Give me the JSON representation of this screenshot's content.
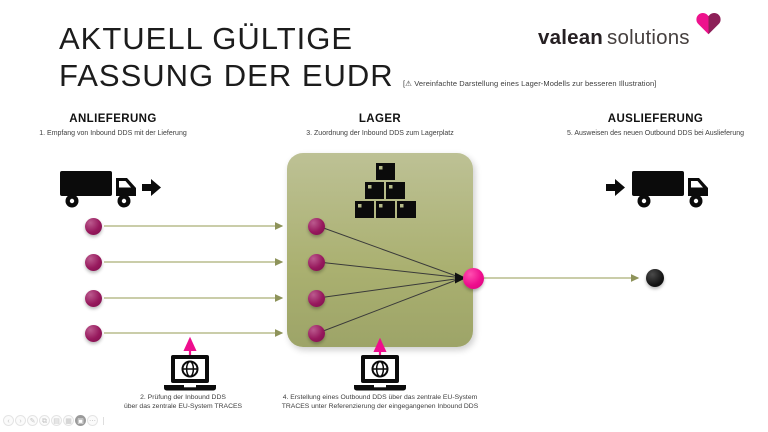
{
  "slide": {
    "title": "AKTUELL GÜLTIGE\nFASSUNG DER EUDR",
    "disclaimer": "[⚠ Vereinfachte Darstellung eines Lager-Modells zur besseren Illustration]"
  },
  "logo": {
    "brand": "valean",
    "suffix": "solutions",
    "mark": "heart-icon"
  },
  "columns": [
    {
      "heading": "ANLIEFERUNG",
      "caption": "1. Empfang von Inbound DDS mit der Lieferung"
    },
    {
      "heading": "LAGER",
      "caption": "3. Zuordnung der Inbound DDS zum Lagerplatz"
    },
    {
      "heading": "AUSLIEFERUNG",
      "caption": "5. Ausweisen des neuen Outbound DDS bei Auslieferung"
    }
  ],
  "process_notes": [
    "2. Prüfung der Inbound DDS\nüber das zentrale EU-System TRACES",
    "4. Erstellung eines Outbound DDS über das zentrale EU-System\nTRACES unter Referenzierung der eingegangenen Inbound DDS"
  ],
  "colors": {
    "accent_pink": "#ee0d8d",
    "dark_magenta": "#97195d",
    "warehouse_olive": "#aab070",
    "connector_olive": "#abaf76",
    "ink": "#141414"
  },
  "toolbar": [
    {
      "name": "prev-slide-button",
      "glyph": "‹"
    },
    {
      "name": "next-slide-button",
      "glyph": "›"
    },
    {
      "name": "edit-button",
      "glyph": "✎"
    },
    {
      "name": "duplicate-button",
      "glyph": "⧉"
    },
    {
      "name": "notes-button",
      "glyph": "▤"
    },
    {
      "name": "grid-view-button",
      "glyph": "▦"
    },
    {
      "name": "present-button",
      "glyph": "▣"
    },
    {
      "name": "more-button",
      "glyph": "⋯"
    }
  ]
}
